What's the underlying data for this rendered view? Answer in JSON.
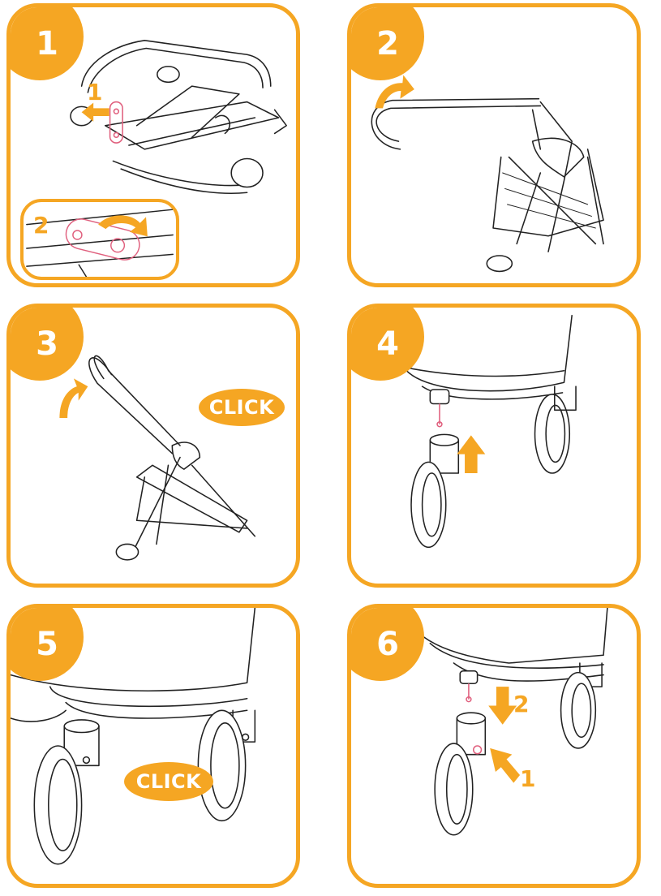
{
  "steps": [
    {
      "number": "1",
      "callouts": [
        "1",
        "2"
      ]
    },
    {
      "number": "2"
    },
    {
      "number": "3",
      "click_label": "CLICK"
    },
    {
      "number": "4"
    },
    {
      "number": "5",
      "click_label": "CLICK"
    },
    {
      "number": "6",
      "callouts": [
        "1",
        "2"
      ]
    }
  ],
  "colors": {
    "accent": "#F5A623",
    "highlight": "#E0607E",
    "line": "#222222"
  }
}
